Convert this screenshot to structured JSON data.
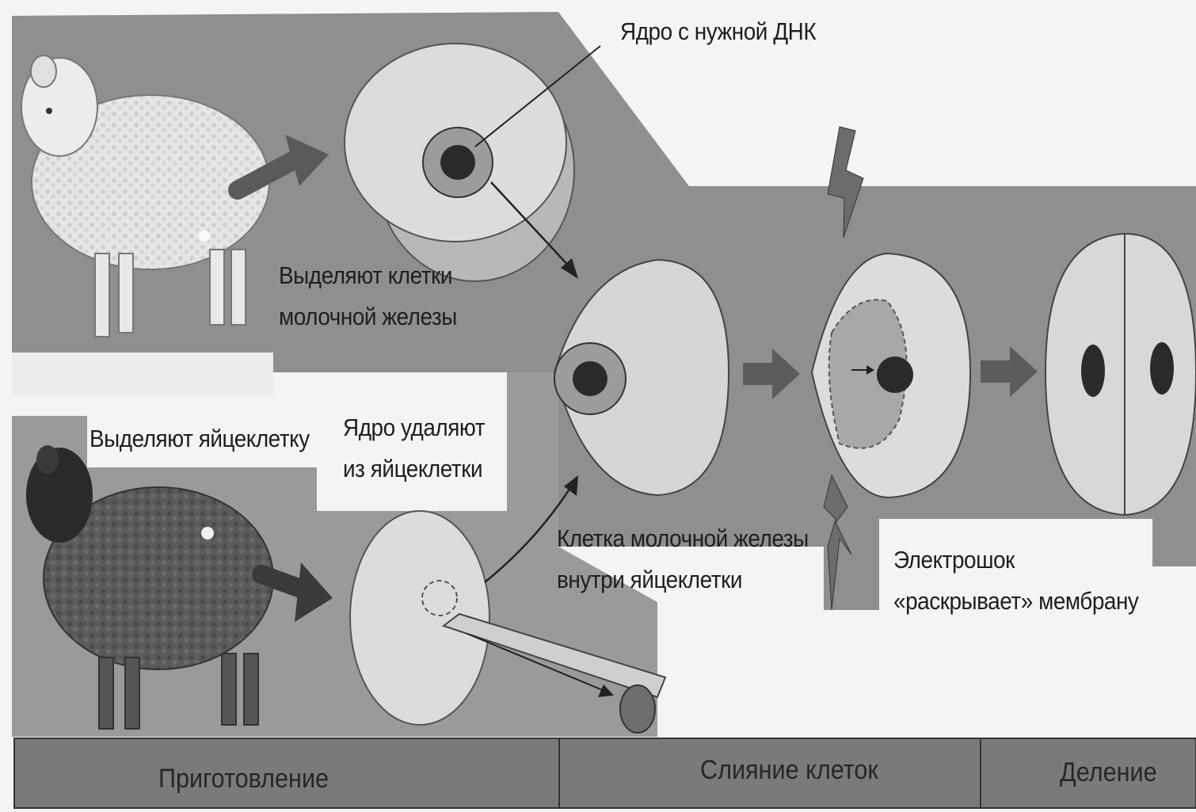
{
  "labels": {
    "nucleus_dna": "Ядро с нужной ДНК",
    "isolate_mammary_l1": "Выделяют клетки",
    "isolate_mammary_l2": "молочной железы",
    "isolate_egg": "Выделяют яйцеклетку",
    "remove_nucleus_l1": "Ядро удаляют",
    "remove_nucleus_l2": "из яйцеклетки",
    "cell_inside_l1": "Клетка молочной железы",
    "cell_inside_l2": "внутри яйцеклетки",
    "electroshock_l1": "Электрошок",
    "electroshock_l2": "«раскрывает» мембрану"
  },
  "stages": [
    {
      "label": "Приготовление"
    },
    {
      "label": "Слияние клеток"
    },
    {
      "label": "Деление"
    }
  ],
  "colors": {
    "band": "#8f8f8f",
    "band_light": "#a9a9a9",
    "cell": "#dcdcdc",
    "nucleus": "#2a2a2a",
    "bar": "#7a7a7a"
  }
}
